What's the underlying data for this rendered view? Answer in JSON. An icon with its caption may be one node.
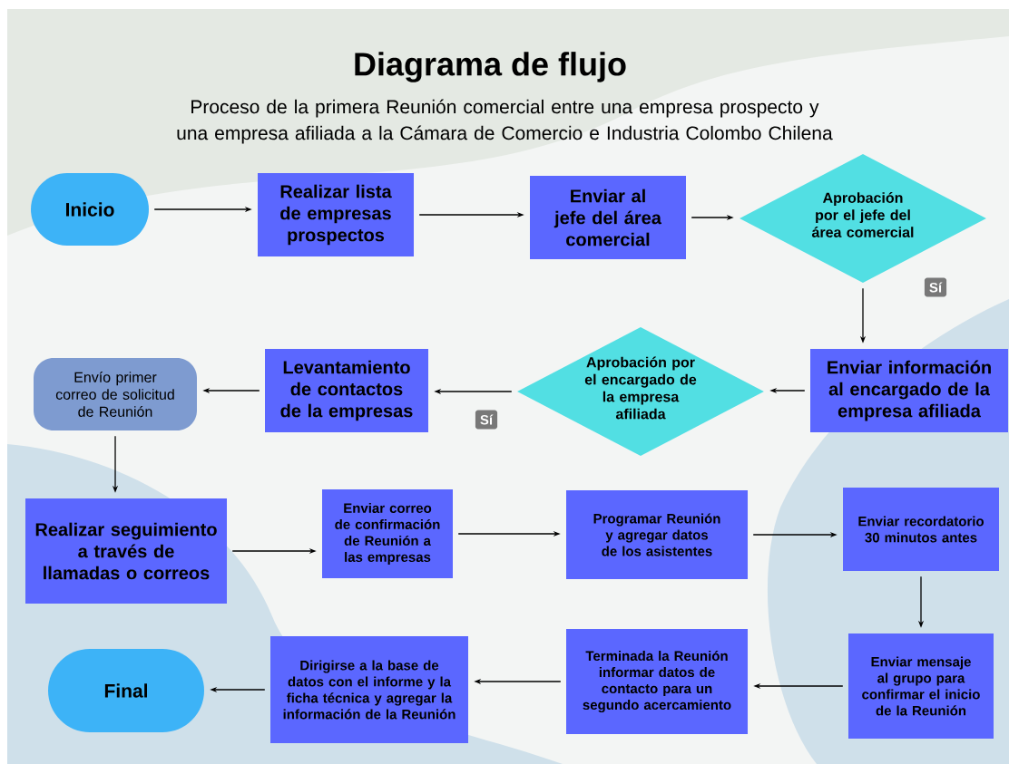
{
  "diagram": {
    "title": "Diagrama de flujo",
    "caption": "Proceso de la primera Reunión comercial entre una empresa prospecto y una empresa afiliada a la Cámara de Comercio e Industria Colombo Chilena",
    "nodes": [
      {
        "text": [
          "Inicio"
        ]
      },
      {
        "text": [
          "Realizar lista de empresas prospectos"
        ]
      },
      {
        "text": [
          "Enviar al jefe del área comercial"
        ]
      },
      {
        "text": [
          "Aprobación por el jefe del área comercial"
        ]
      },
      {
        "text": [
          "Enviar información al encargado de la empresa afiliada"
        ]
      },
      {
        "text": [
          "Aprobación por el encargado de la empresa afiliada"
        ]
      },
      {
        "text": [
          "Levantamiento de contactos de la empresas"
        ]
      },
      {
        "text": [
          "Envío primer correo de solicitud de Reunión"
        ]
      },
      {
        "text": [
          "Realizar seguimiento a través de llamadas o correos"
        ]
      },
      {
        "text": [
          "Enviar correo de confirmación de Reunión a las empresas"
        ]
      },
      {
        "text": [
          "Programar Reunión y agregar datos de los asistentes"
        ]
      },
      {
        "text": [
          "Enviar recordatorio 30 minutos antes"
        ]
      },
      {
        "text": [
          "Enviar mensaje al grupo para confirmar el inicio de la Reunión"
        ]
      },
      {
        "text": [
          "Terminada la Reunión informar datos de contacto para un segundo acercamiento"
        ]
      },
      {
        "text": [
          "Dirigirse a la base de datos con el informe y la ficha técnica y agregar la información de la Reunión"
        ]
      },
      {
        "text": [
          "Final"
        ]
      }
    ],
    "edges": [
      {
        "from": 0,
        "to": 1,
        "arrow": "to"
      },
      {
        "from": 1,
        "to": 2,
        "arrow": "to"
      },
      {
        "from": 2,
        "to": 3,
        "arrow": "to"
      },
      {
        "from": 3,
        "to": 4,
        "arrow": "to",
        "label": "Sí"
      },
      {
        "from": 4,
        "to": 5,
        "arrow": "to"
      },
      {
        "from": 5,
        "to": 6,
        "arrow": "to",
        "label": "Sí"
      },
      {
        "from": 6,
        "to": 7,
        "arrow": "to"
      },
      {
        "from": 7,
        "to": 8,
        "arrow": "to"
      },
      {
        "from": 8,
        "to": 9,
        "arrow": "to"
      },
      {
        "from": 9,
        "to": 10,
        "arrow": "to"
      },
      {
        "from": 10,
        "to": 11,
        "arrow": "to"
      },
      {
        "from": 11,
        "to": 12,
        "arrow": "to"
      },
      {
        "from": 12,
        "to": 13,
        "arrow": "to"
      },
      {
        "from": 13,
        "to": 14,
        "arrow": "to"
      },
      {
        "from": 14,
        "to": 15,
        "arrow": "to"
      }
    ]
  }
}
